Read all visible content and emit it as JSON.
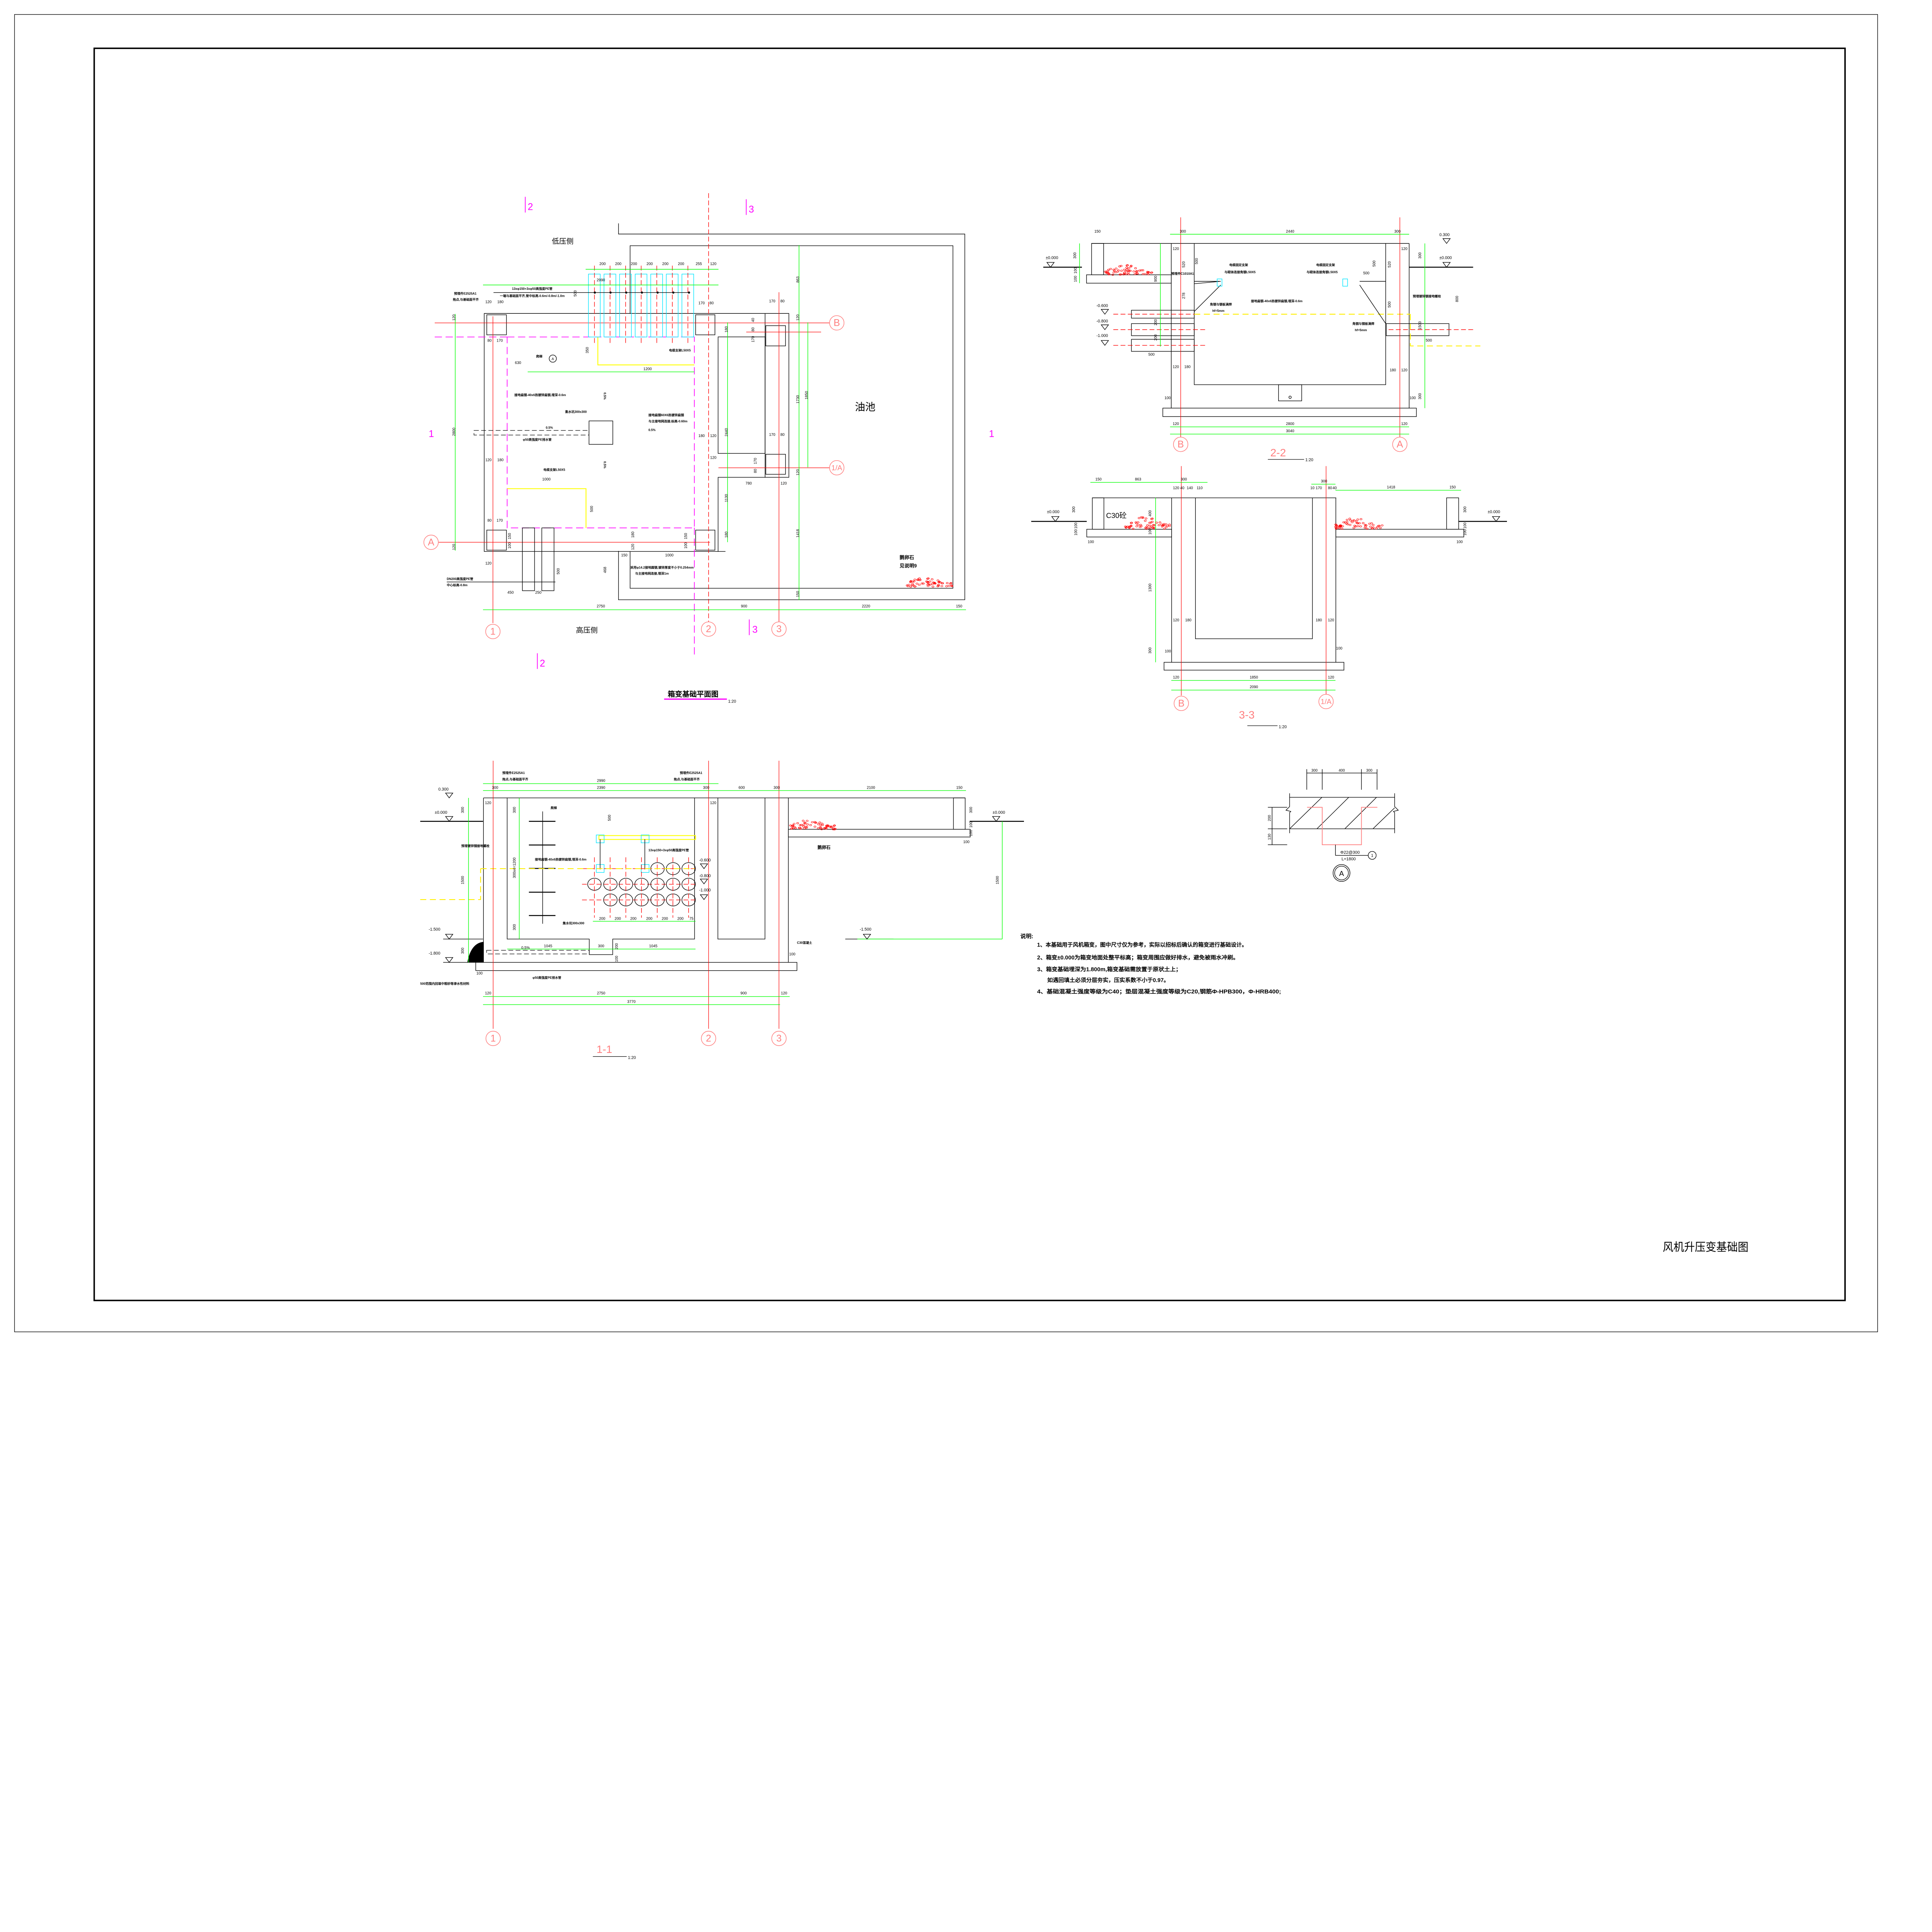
{
  "colors": {
    "axis": "#ff7f7f",
    "dimension": "#00ff00",
    "grid_line": "#ff0000",
    "cut_line": "#ff00ff",
    "cable_tray": "#ffff00",
    "pipe_sleeve": "#00e5ff",
    "pebble": "#ff0000"
  },
  "drawing_title": "风机升压变基础图",
  "plan": {
    "title": "箱变基础平面图",
    "scale": "1:20",
    "low_side": "低压侧",
    "high_side": "高压侧",
    "oil_pit": "油池",
    "section_marks": [
      "2",
      "3",
      "2",
      "3",
      "1",
      "1"
    ],
    "axes": [
      "B",
      "1/A",
      "A",
      "1",
      "2",
      "3"
    ],
    "labels": {
      "embed_a": "预埋件E2525A1",
      "embed_b": "拖点,与基础面平齐",
      "pipes_a": "13xφ150+3xφ50高强度PE管",
      "pipes_b": "一端与基础面平齐,管中标高-0.6m/-0.8m/-1.0m",
      "ladder": "爬梯",
      "detail_ref": "A",
      "tray_1": "电缆支架L50X5",
      "tray_2": "电缆支架L50X5",
      "ground_strip": "接地扁钢-40x6热镀锌扁钢,埋深-0.6m",
      "sump": "集水坑300x300",
      "slope_1": "0.5%",
      "slope_2": "0.5%",
      "slope_3": "0.5%",
      "slope_4": "0.5%",
      "ground_inner_a": "接地扁钢60X6热镀锌扁钢",
      "ground_inner_b": "与主接地网连接,标高-0.60m",
      "drain": "φ50高强度PE排水管",
      "dn200_a": "DN200高强度PE管",
      "dn200_b": "中心标高-0.8m",
      "rod_a": "采用φ14.2接地圆钢,镀锌厚度不小于0.254mm",
      "rod_b": "与主接地网连接,埋深1m",
      "pebble_a": "鹅卵石",
      "pebble_b": "见说明9"
    },
    "dims": [
      "200",
      "200",
      "200",
      "200",
      "200",
      "200",
      "255",
      "120",
      "2990",
      "500",
      "120",
      "180",
      "120",
      "2800",
      "120",
      "80",
      "170",
      "630",
      "350",
      "1200",
      "170",
      "80",
      "180",
      "2440",
      "1130",
      "180",
      "180",
      "120",
      "120",
      "780",
      "120",
      "170",
      "80",
      "170",
      "80",
      "863",
      "1730",
      "1850",
      "1418",
      "150",
      "1000",
      "500",
      "150",
      "1000",
      "468",
      "500",
      "450",
      "250",
      "2750",
      "900",
      "2220",
      "150",
      "120",
      "180",
      "80",
      "170",
      "150",
      "100",
      "150",
      "100",
      "180",
      "120",
      "120",
      "40",
      "80",
      "170",
      "170",
      "80",
      "120",
      "120"
    ]
  },
  "section_2_2": {
    "title": "2-2",
    "scale": "1:20",
    "axes": [
      "B",
      "A"
    ],
    "elevations": [
      "±0.000",
      "0.300",
      "±0.000",
      "-0.600",
      "-0.800",
      "-1.000"
    ],
    "labels": {
      "bracket_l_a": "电缆固定支架",
      "bracket_l_b": "与砌体连接角钢L50X5",
      "bracket_r_a": "电缆固定支架",
      "bracket_r_b": "与砌体连接角钢L50X5",
      "embed": "预埋件C1010A1",
      "weld_l_a": "角钢与钢板满焊",
      "weld_l_b": "hf=5mm",
      "weld_r_a": "角钢与钢板满焊",
      "weld_r_b": "hf=5mm",
      "ground": "接地扁钢-40x6热镀锌扁钢,埋深-0.6m",
      "bolt": "预埋镀锌钢接地螺栓"
    },
    "dims": [
      "150",
      "300",
      "2440",
      "300",
      "120",
      "120",
      "300",
      "300",
      "520",
      "500",
      "500",
      "520",
      "900",
      "278",
      "500",
      "500",
      "800",
      "200",
      "200",
      "1500",
      "500",
      "500",
      "120",
      "180",
      "180",
      "120",
      "100",
      "100",
      "300",
      "120",
      "2800",
      "120",
      "3040",
      "100",
      "100"
    ]
  },
  "section_3_3": {
    "title": "3-3",
    "scale": "1:20",
    "axes": [
      "B",
      "1/A"
    ],
    "elevations": [
      "±0.000",
      "±0.000"
    ],
    "labels": {
      "concrete": "C30砼"
    },
    "dims": [
      "150",
      "863",
      "300",
      "120",
      "40",
      "140",
      "110",
      "300",
      "10",
      "170",
      "80",
      "40",
      "1418",
      "150",
      "300",
      "400",
      "100",
      "100",
      "100",
      "100",
      "100",
      "300",
      "100",
      "100",
      "1300",
      "120",
      "180",
      "180",
      "120",
      "300",
      "100",
      "100",
      "120",
      "1850",
      "120",
      "2090"
    ]
  },
  "section_1_1": {
    "title": "1-1",
    "scale": "1:20",
    "axes": [
      "1",
      "2",
      "3"
    ],
    "elevations": [
      "0.300",
      "±0.000",
      "-1.500",
      "-1.800",
      "-0.600",
      "-0.800",
      "-1.000",
      "-1.500",
      "±0.000"
    ],
    "labels": {
      "embed_l_a": "预埋件E2525A1",
      "embed_l_b": "拖点,与基础面平齐",
      "embed_r_a": "预埋件E2525A1",
      "embed_r_b": "拖点,与基础面平齐",
      "ladder": "爬梯",
      "pebble": "鹅卵石",
      "bolt": "预埋镀锌钢接地螺栓",
      "ground": "接地扁钢-40x6热镀锌扁钢,埋深-0.6m",
      "pipes": "13xφ150+3xφ50高强度PE管",
      "sump": "集水坑300x300",
      "concrete": "C30混凝土",
      "drain": "φ50高强度PE排水管",
      "backfill": "500范围内回填中粗砂等渗水性材料"
    },
    "dims": [
      "2990",
      "300",
      "2390",
      "300",
      "600",
      "300",
      "2100",
      "150",
      "120",
      "120",
      "300",
      "300",
      "500",
      "300x4=1200",
      "1500",
      "300",
      "300",
      "300",
      "100",
      "100",
      "100",
      "1500",
      "200",
      "200",
      "200",
      "200",
      "200",
      "200",
      "75",
      "1045",
      "300",
      "1045",
      "200",
      "100",
      "0.5%",
      "100",
      "100",
      "120",
      "2750",
      "900",
      "120",
      "3770"
    ]
  },
  "detail_a": {
    "dims": [
      "300",
      "400",
      "300",
      "200",
      "130"
    ],
    "rebar": "Φ22@300",
    "length": "L=1800",
    "rebar_no": "1",
    "mark": "A"
  },
  "notes": {
    "heading": "说明:",
    "lines": [
      "1、本基础用于风机箱变，图中尺寸仅为参考，实际以招标后确认的箱变进行基础设计。",
      "2、箱变±0.000为箱变地面处整平标高；箱变周围应做好排水，避免被雨水冲刷。",
      "3、箱变基础埋深为1.800m,箱变基础需放置于原状土上；",
      "如遇回填土必须分层夯实，压实系数不小于0.97。",
      "4、基础混凝土强度等级为C40；垫层混凝土强度等级为C20,钢筋Φ-HPB300，Φ-HRB400;"
    ]
  }
}
